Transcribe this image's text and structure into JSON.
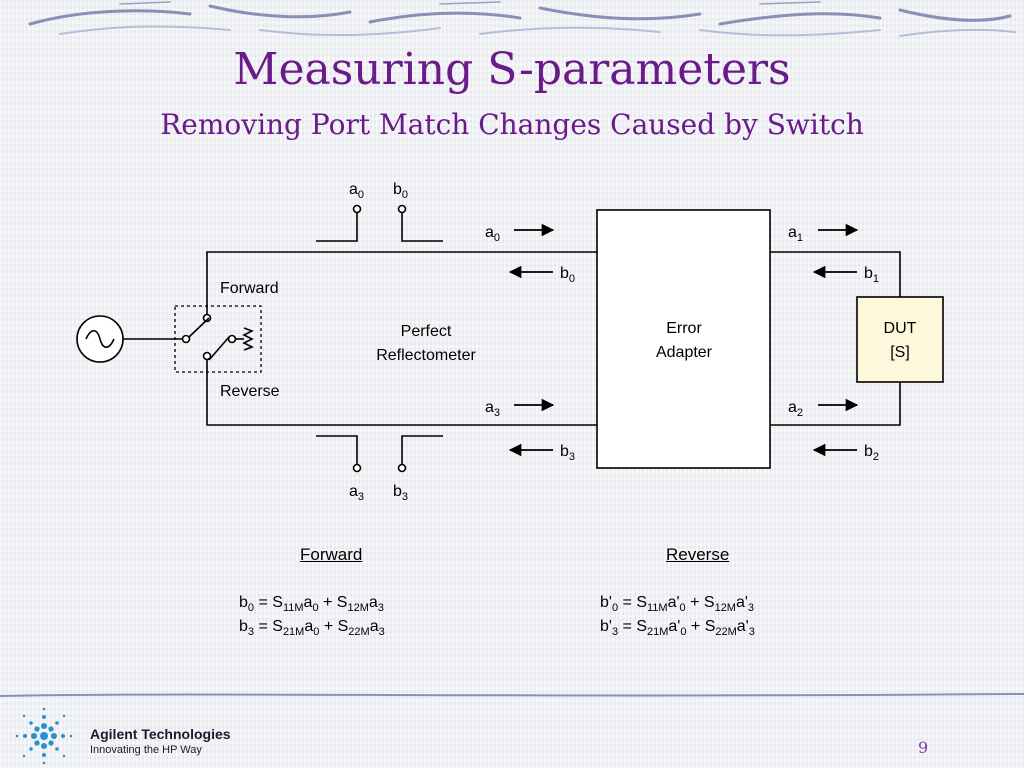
{
  "title": "Measuring S-parameters",
  "subtitle": "Removing Port Match Changes Caused by Switch",
  "diagram": {
    "reflectometer_label": [
      "Perfect",
      "Reflectometer"
    ],
    "error_adapter_label": [
      "Error",
      "Adapter"
    ],
    "dut_label": [
      "DUT",
      "[S]"
    ],
    "forward_label": "Forward",
    "reverse_label": "Reverse",
    "port_labels": {
      "top_a": "a",
      "top_a_sub": "0",
      "top_b": "b",
      "top_b_sub": "0",
      "bot_a": "a",
      "bot_a_sub": "3",
      "bot_b": "b",
      "bot_b_sub": "3"
    },
    "wave_labels": {
      "a0": [
        "a",
        "0"
      ],
      "b0": [
        "b",
        "0"
      ],
      "a3": [
        "a",
        "3"
      ],
      "b3": [
        "b",
        "3"
      ],
      "a1": [
        "a",
        "1"
      ],
      "b1": [
        "b",
        "1"
      ],
      "a2": [
        "a",
        "2"
      ],
      "b2": [
        "b",
        "2"
      ]
    }
  },
  "equations": {
    "forward_heading": "Forward",
    "reverse_heading": "Reverse",
    "forward": [
      [
        "b",
        "0",
        " = S",
        "11M",
        "a",
        "0",
        " + S",
        "12M",
        "a",
        "3"
      ],
      [
        "b",
        "3",
        " = S",
        "21M",
        "a",
        "0",
        " + S",
        "22M",
        "a",
        "3"
      ]
    ],
    "reverse": [
      [
        "b'",
        "0",
        " = S",
        "11M",
        "a'",
        "0",
        " + S",
        "12M",
        "a'",
        "3"
      ],
      [
        "b'",
        "3",
        " = S",
        "21M",
        "a'",
        "0",
        " + S",
        "22M",
        "a'",
        "3"
      ]
    ]
  },
  "footer": {
    "company": "Agilent Technologies",
    "tagline": "Innovating the HP Way",
    "page_number": "9"
  },
  "colors": {
    "title": "#6a1b8a",
    "dut_fill": "#fdf8dc",
    "line": "#000000"
  }
}
